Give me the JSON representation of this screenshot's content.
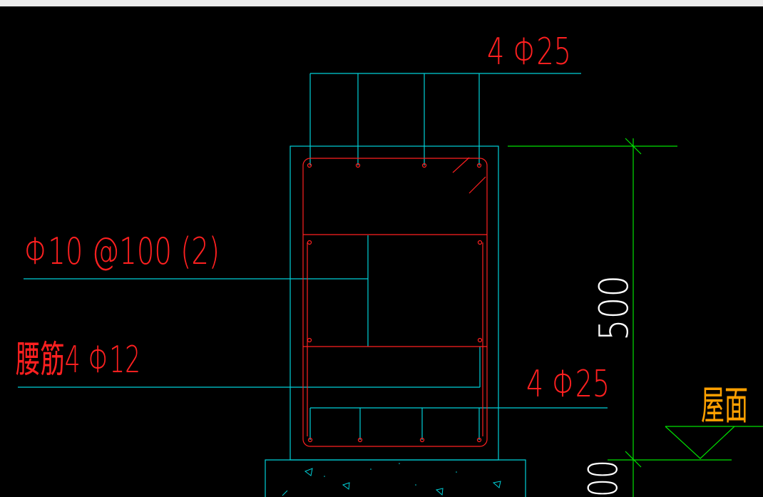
{
  "colors": {
    "background": "#000000",
    "topbar": "#ececec",
    "outline": "#00d0d8",
    "rebar": "#ff2020",
    "dimension": "#00e000",
    "label_red": "#ff2020",
    "label_orange": "#ffa000",
    "dimension_text": "#ffffff"
  },
  "labels": {
    "top_rebar": "4 Φ25",
    "stirrup": "Φ10 @100 (2)",
    "waist_rebar": "腰筋4 Φ12",
    "bottom_rebar": "4 Φ25",
    "roof": "屋面",
    "dimension_500": "500",
    "dimension_partial": "00"
  },
  "icons": {
    "elevation_marker": "triangle-elevation-icon",
    "aggregate": "triangle-aggregate-icon"
  }
}
